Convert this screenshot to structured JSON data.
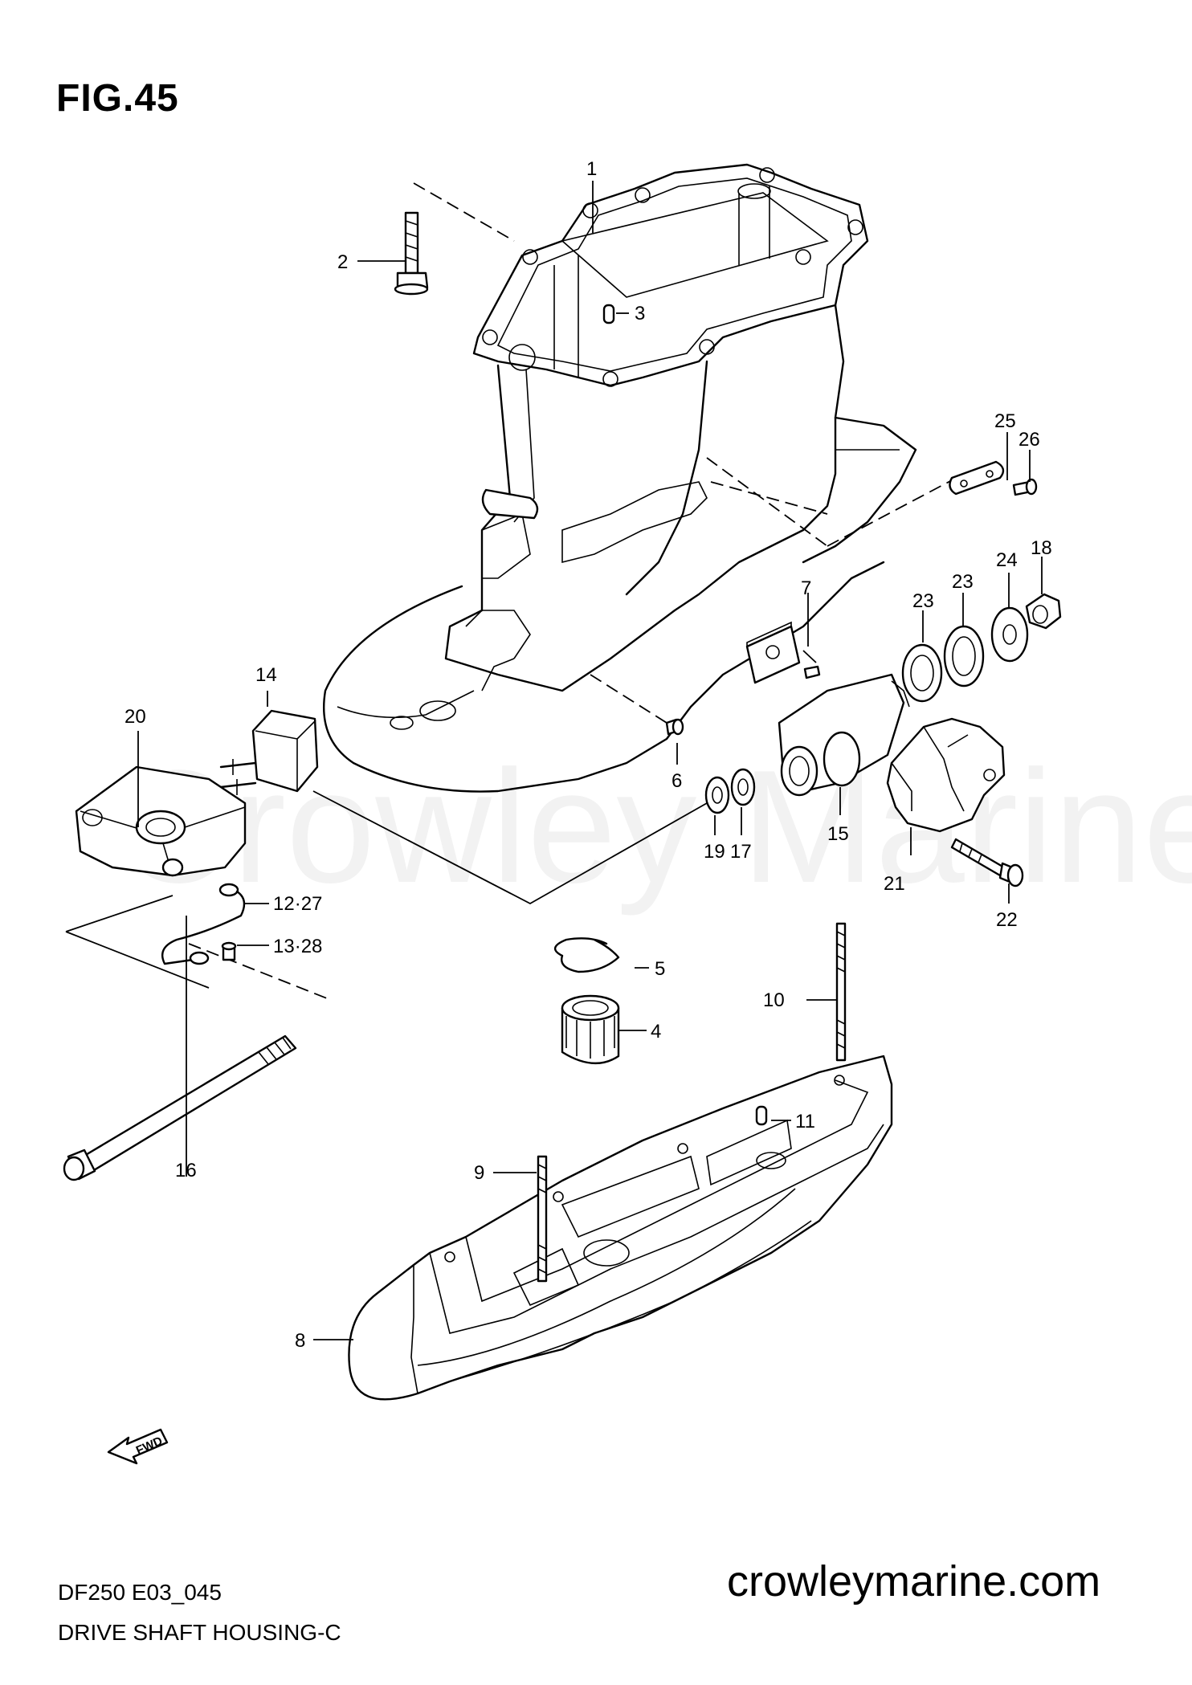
{
  "figure": {
    "title": "FIG.45"
  },
  "watermark": "Crowley Marine",
  "footer": {
    "model_code": "DF250 E03_045",
    "diagram_title": "DRIVE SHAFT HOUSING-C",
    "website": "crowleymarine.com"
  },
  "fwd_arrow_label": "FWD",
  "callouts": [
    {
      "id": "c1",
      "label": "1"
    },
    {
      "id": "c2",
      "label": "2"
    },
    {
      "id": "c3",
      "label": "3"
    },
    {
      "id": "c4",
      "label": "4"
    },
    {
      "id": "c5",
      "label": "5"
    },
    {
      "id": "c6",
      "label": "6"
    },
    {
      "id": "c7",
      "label": "7"
    },
    {
      "id": "c8",
      "label": "8"
    },
    {
      "id": "c9",
      "label": "9"
    },
    {
      "id": "c10",
      "label": "10"
    },
    {
      "id": "c11",
      "label": "11"
    },
    {
      "id": "c12",
      "label": "12·27"
    },
    {
      "id": "c13",
      "label": "13·28"
    },
    {
      "id": "c14",
      "label": "14"
    },
    {
      "id": "c15",
      "label": "15"
    },
    {
      "id": "c16",
      "label": "16"
    },
    {
      "id": "c17",
      "label": "17"
    },
    {
      "id": "c18",
      "label": "18"
    },
    {
      "id": "c19",
      "label": "19"
    },
    {
      "id": "c20",
      "label": "20"
    },
    {
      "id": "c21",
      "label": "21"
    },
    {
      "id": "c22",
      "label": "22"
    },
    {
      "id": "c23a",
      "label": "23"
    },
    {
      "id": "c23b",
      "label": "23"
    },
    {
      "id": "c24",
      "label": "24"
    },
    {
      "id": "c25",
      "label": "25"
    },
    {
      "id": "c26",
      "label": "26"
    }
  ]
}
